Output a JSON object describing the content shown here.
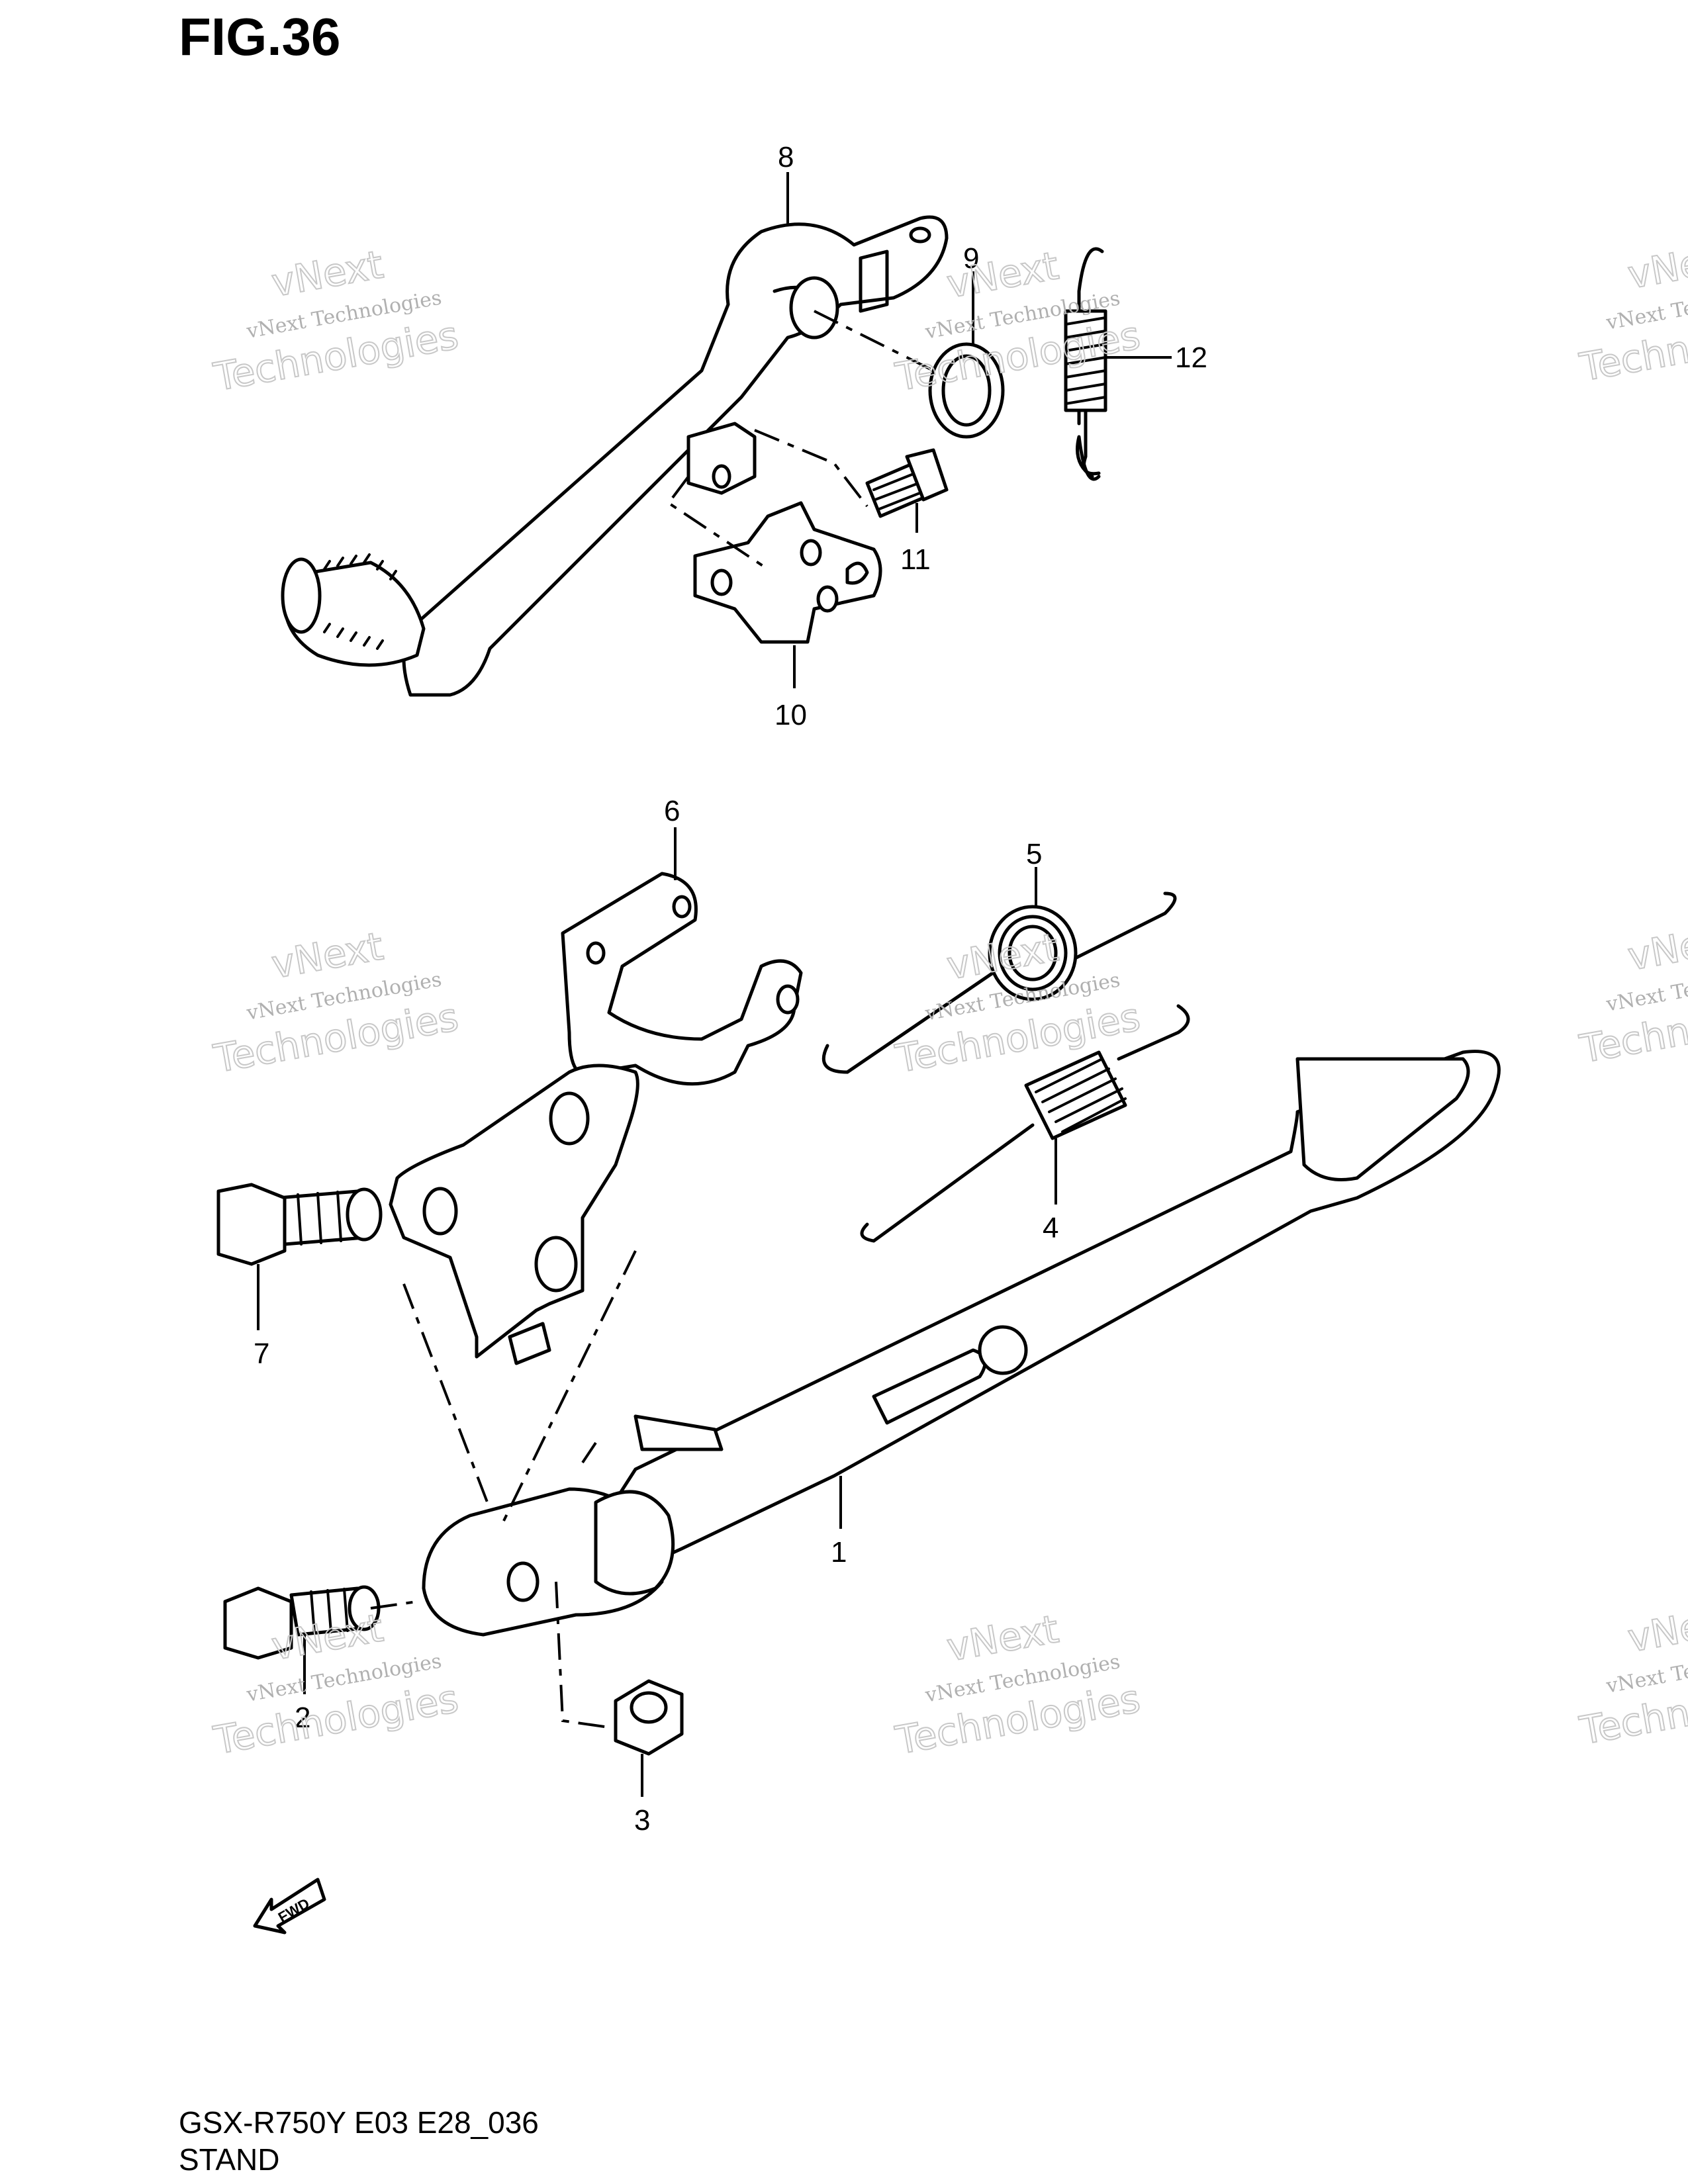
{
  "figure": {
    "title": "FIG.36",
    "model_code": "GSX-R750Y E03 E28_036",
    "section_name": "STAND"
  },
  "callouts": [
    {
      "id": "1",
      "text": "1"
    },
    {
      "id": "2",
      "text": "2"
    },
    {
      "id": "3",
      "text": "3"
    },
    {
      "id": "4",
      "text": "4"
    },
    {
      "id": "5",
      "text": "5"
    },
    {
      "id": "6",
      "text": "6"
    },
    {
      "id": "7",
      "text": "7"
    },
    {
      "id": "8",
      "text": "8"
    },
    {
      "id": "9",
      "text": "9"
    },
    {
      "id": "10",
      "text": "10"
    },
    {
      "id": "11",
      "text": "11"
    },
    {
      "id": "12",
      "text": "12"
    }
  ],
  "watermark": {
    "line1": "vNext",
    "line2": "vNext Technologies",
    "line3": "Technologies"
  },
  "fwd_label": "FWD",
  "colors": {
    "ink": "#000000",
    "watermark": "#b0b0b0",
    "background": "#ffffff"
  }
}
